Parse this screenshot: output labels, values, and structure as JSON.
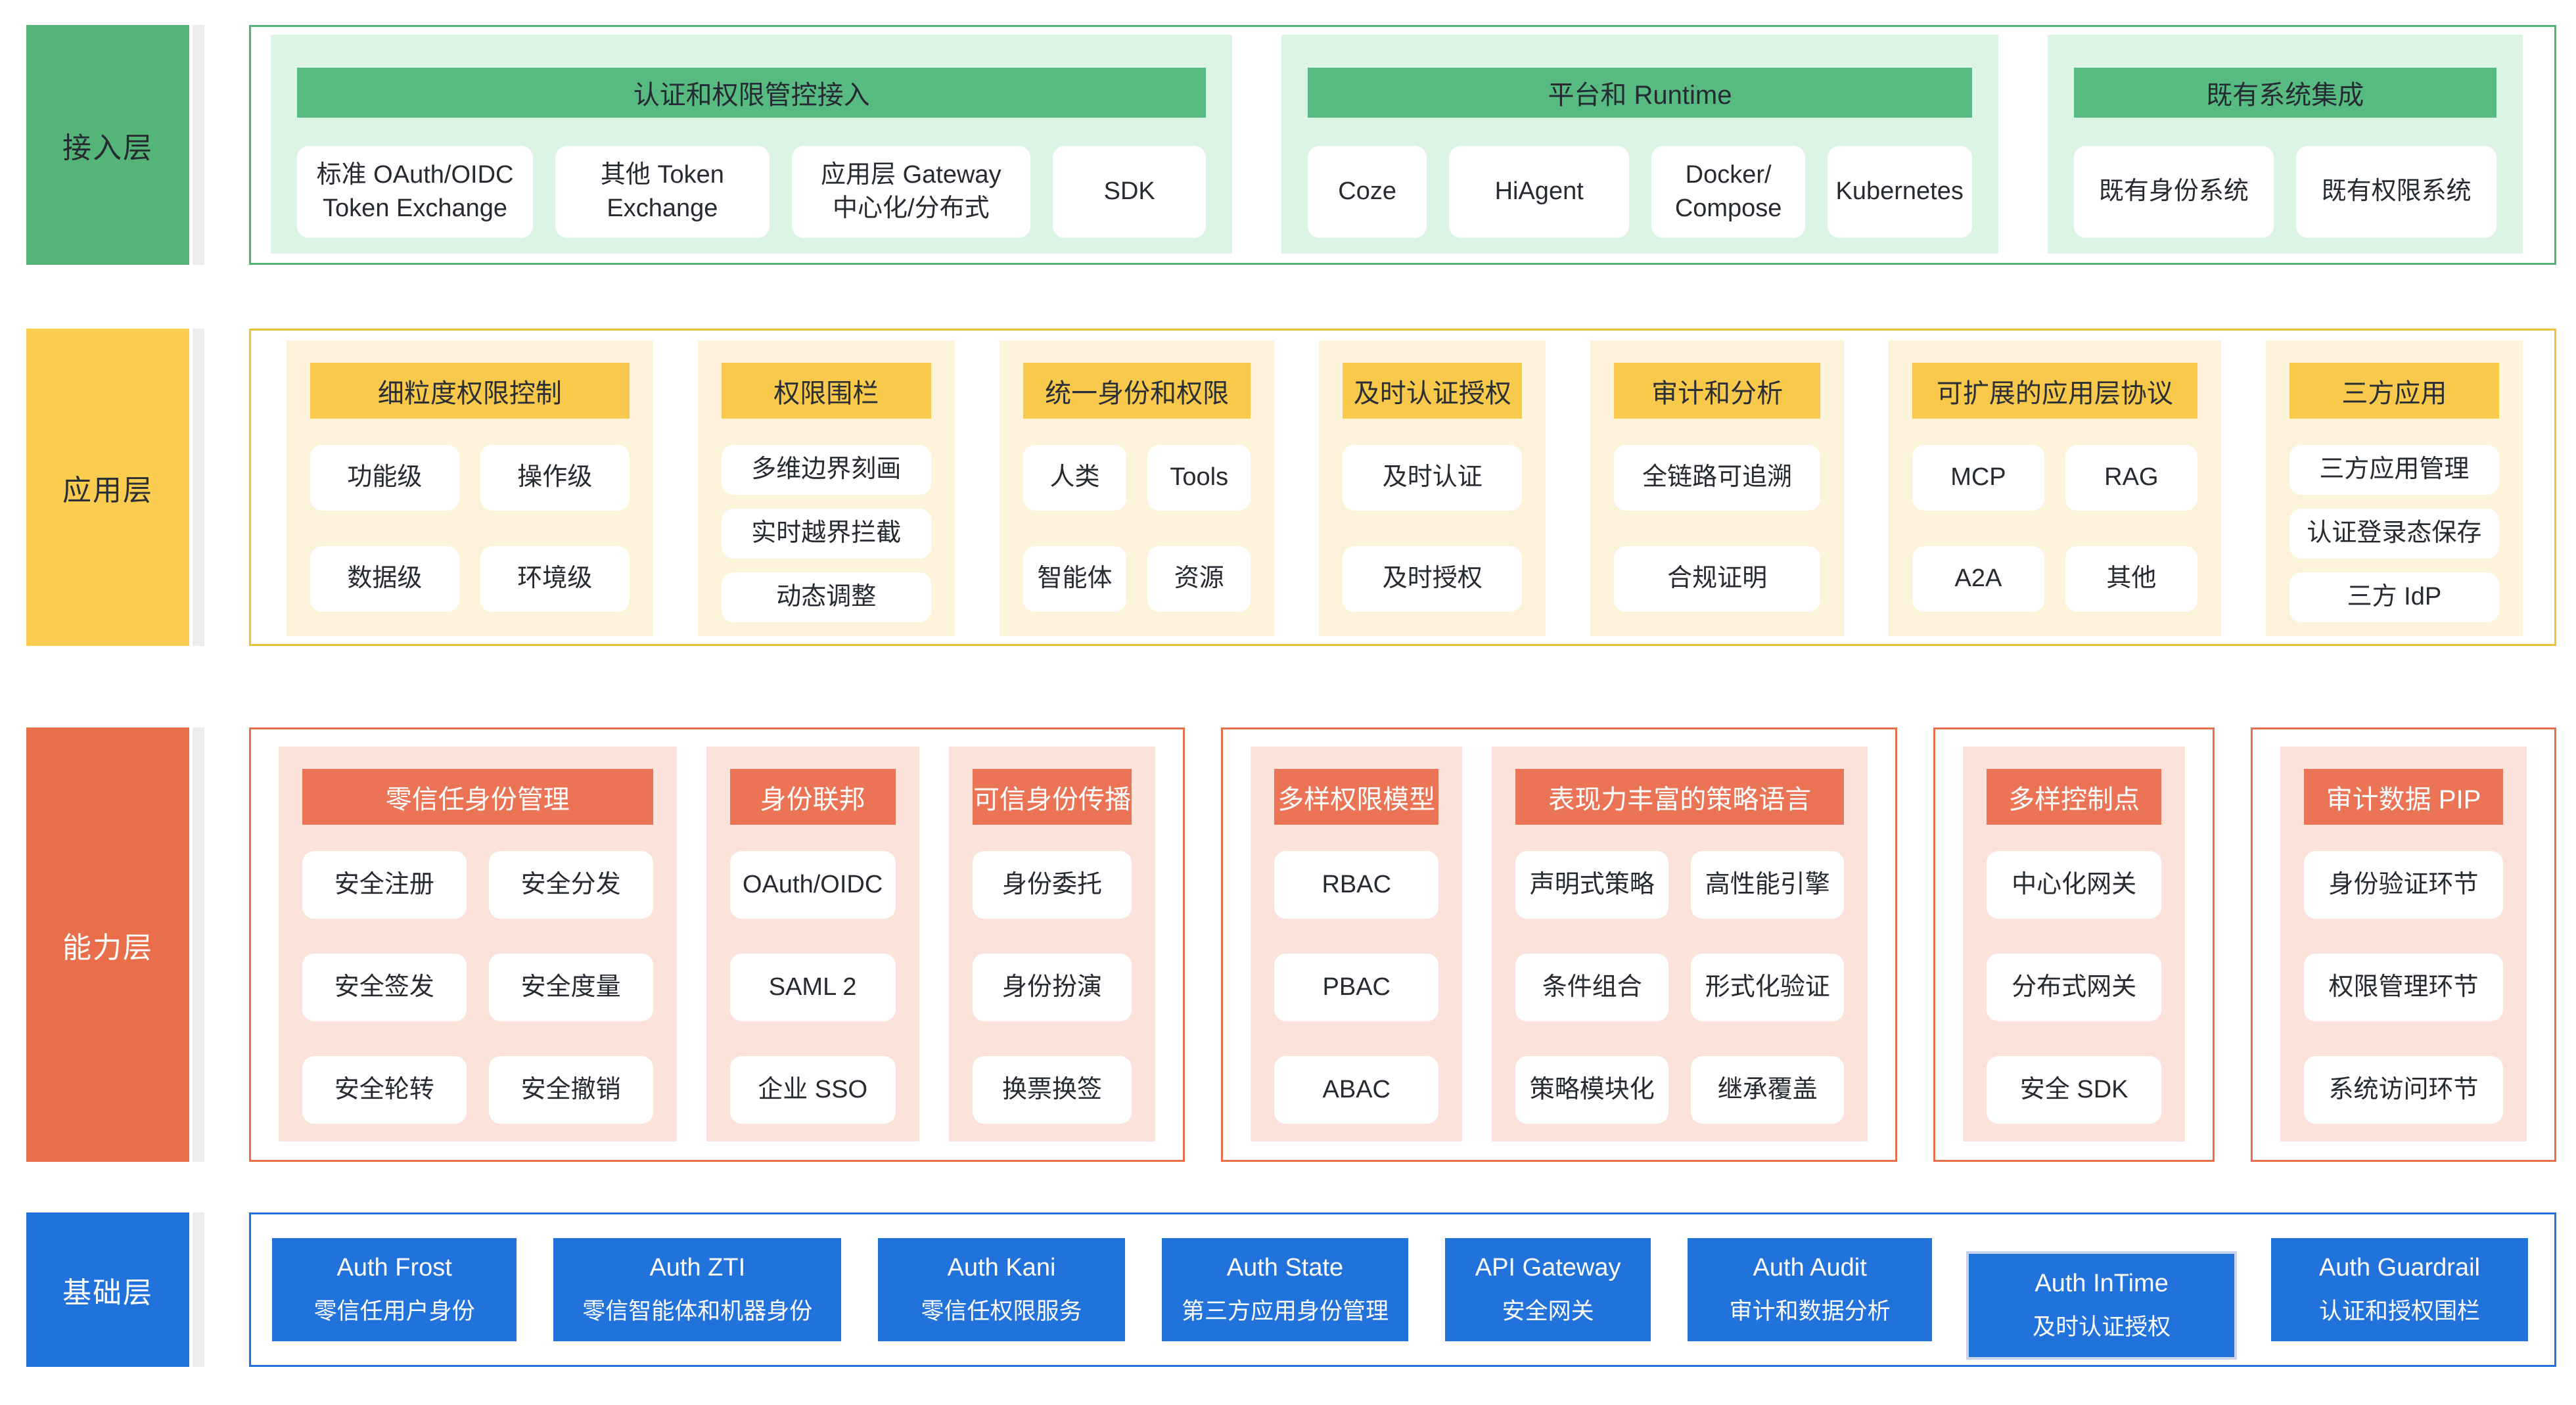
{
  "palette": {
    "access_green": "#55B578",
    "app_yellow": "#FACD50",
    "capability_orange": "#E96F4B",
    "foundation_blue": "#2173DB",
    "separator_gray": "#ECEDEF"
  },
  "layers": [
    {
      "id": "access",
      "label": "接入层",
      "groups": [
        {
          "sections": [
            {
              "title": "认证和权限管控接入",
              "cols": 4,
              "items": [
                "标准 OAuth/OIDC\nToken Exchange",
                "其他 Token\nExchange",
                "应用层 Gateway\n中心化/分布式",
                "SDK"
              ]
            },
            {
              "title": "平台和 Runtime",
              "cols": 4,
              "items": [
                "Coze",
                "HiAgent",
                "Docker/\nCompose",
                "Kubernetes"
              ]
            },
            {
              "title": "既有系统集成",
              "cols": 2,
              "items": [
                "既有身份系统",
                "既有权限系统"
              ]
            }
          ]
        }
      ]
    },
    {
      "id": "app",
      "label": "应用层",
      "groups": [
        {
          "sections": [
            {
              "title": "细粒度权限控制",
              "cols": 2,
              "items": [
                "功能级",
                "操作级",
                "数据级",
                "环境级"
              ]
            },
            {
              "title": "权限围栏",
              "cols": 1,
              "dense": true,
              "items": [
                "多维边界刻画",
                "实时越界拦截",
                "动态调整"
              ]
            },
            {
              "title": "统一身份和权限",
              "cols": 2,
              "items": [
                "人类",
                "Tools",
                "智能体",
                "资源"
              ]
            },
            {
              "title": "及时认证授权",
              "cols": 1,
              "items": [
                "及时认证",
                "及时授权"
              ]
            },
            {
              "title": "审计和分析",
              "cols": 1,
              "items": [
                "全链路可追溯",
                "合规证明"
              ]
            },
            {
              "title": "可扩展的应用层协议",
              "cols": 2,
              "items": [
                "MCP",
                "RAG",
                "A2A",
                "其他"
              ]
            },
            {
              "title": "三方应用",
              "cols": 1,
              "dense": true,
              "items": [
                "三方应用管理",
                "认证登录态保存",
                "三方 IdP"
              ]
            }
          ]
        }
      ]
    },
    {
      "id": "capability",
      "label": "能力层",
      "groups": [
        {
          "sections": [
            {
              "title": "零信任身份管理",
              "cols": 2,
              "items": [
                "安全注册",
                "安全分发",
                "安全签发",
                "安全度量",
                "安全轮转",
                "安全撤销"
              ]
            },
            {
              "title": "身份联邦",
              "cols": 1,
              "items": [
                "OAuth/OIDC",
                "SAML 2",
                "企业 SSO"
              ]
            },
            {
              "title": "可信身份传播",
              "cols": 1,
              "items": [
                "身份委托",
                "身份扮演",
                "换票换签"
              ]
            }
          ]
        },
        {
          "sections": [
            {
              "title": "多样权限模型",
              "cols": 1,
              "items": [
                "RBAC",
                "PBAC",
                "ABAC"
              ]
            },
            {
              "title": "表现力丰富的策略语言",
              "cols": 2,
              "items": [
                "声明式策略",
                "高性能引擎",
                "条件组合",
                "形式化验证",
                "策略模块化",
                "继承覆盖"
              ]
            }
          ]
        },
        {
          "sections": [
            {
              "title": "多样控制点",
              "cols": 1,
              "items": [
                "中心化网关",
                "分布式网关",
                "安全 SDK"
              ]
            }
          ]
        },
        {
          "sections": [
            {
              "title": "审计数据 PIP",
              "cols": 1,
              "items": [
                "身份验证环节",
                "权限管理环节",
                "系统访问环节"
              ]
            }
          ]
        }
      ]
    },
    {
      "id": "foundation",
      "label": "基础层",
      "products": [
        {
          "name": "Auth Frost",
          "desc": "零信任用户身份"
        },
        {
          "name": "Auth ZTI",
          "desc": "零信智能体和机器身份"
        },
        {
          "name": "Auth Kani",
          "desc": "零信任权限服务"
        },
        {
          "name": "Auth State",
          "desc": "第三方应用身份管理"
        },
        {
          "name": "API Gateway",
          "desc": "安全网关"
        },
        {
          "name": "Auth Audit",
          "desc": "审计和数据分析"
        },
        {
          "name": "Auth InTime",
          "desc": "及时认证授权",
          "highlighted": true
        },
        {
          "name": "Auth Guardrail",
          "desc": "认证和授权围栏"
        }
      ]
    }
  ]
}
